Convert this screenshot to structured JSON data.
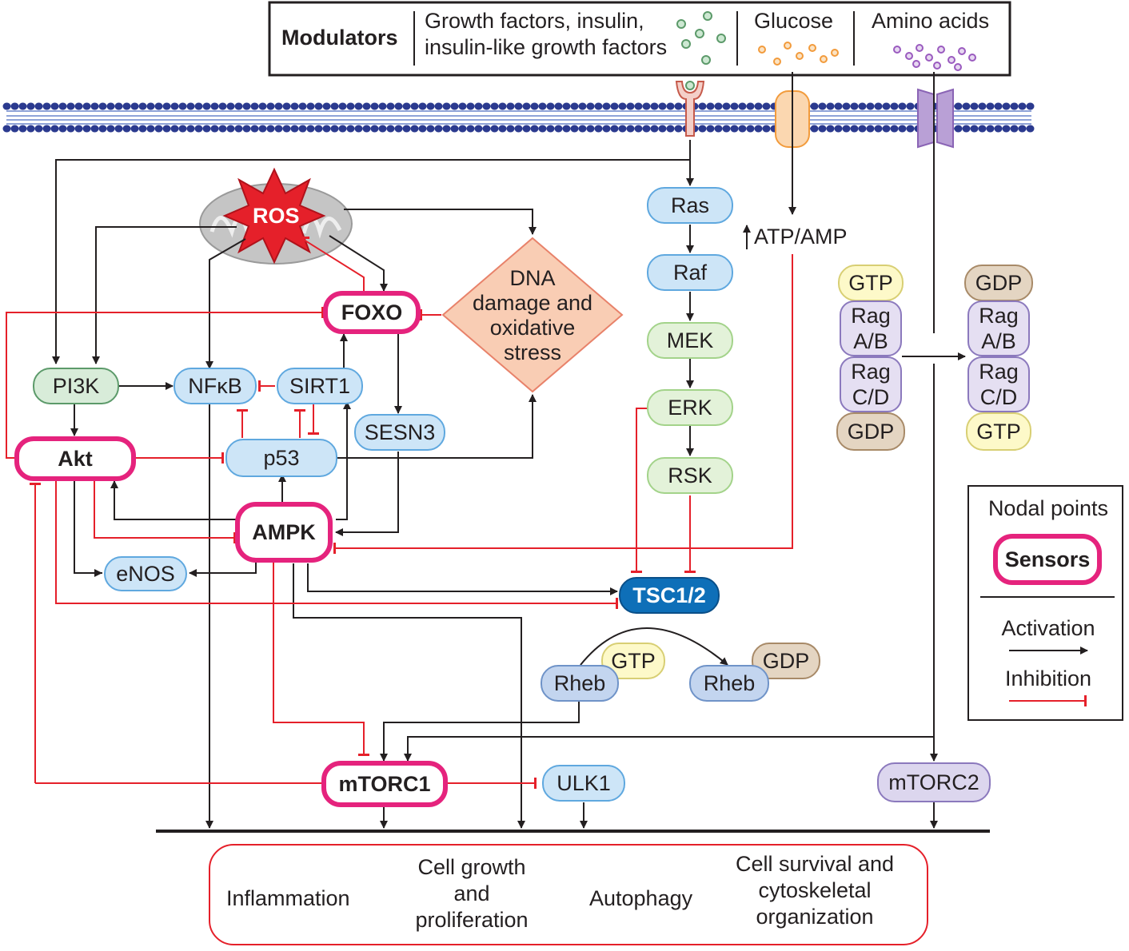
{
  "modulators": {
    "title": "Modulators",
    "growth_factors_line1": "Growth factors, insulin,",
    "growth_factors_line2": "insulin-like growth factors",
    "glucose": "Glucose",
    "amino_acids": "Amino acids"
  },
  "nodes": {
    "ros": "ROS",
    "foxo": "FOXO",
    "dna_line1": "DNA",
    "dna_line2": "damage and",
    "dna_line3": "oxidative",
    "dna_line4": "stress",
    "pi3k": "PI3K",
    "nfkb": "NFκB",
    "sirt1": "SIRT1",
    "sesn3": "SESN3",
    "akt": "Akt",
    "p53": "p53",
    "ampk": "AMPK",
    "enos": "eNOS",
    "tsc": "TSC1/2",
    "ras": "Ras",
    "raf": "Raf",
    "mek": "MEK",
    "erk": "ERK",
    "rsk": "RSK",
    "atp_amp": "ATP/AMP",
    "rheb_left": "Rheb",
    "rheb_right": "Rheb",
    "rheb_gtp": "GTP",
    "rheb_gdp": "GDP",
    "mtorc1": "mTORC1",
    "ulk1": "ULK1",
    "mtorc2": "mTORC2"
  },
  "rag_left": {
    "top": "GTP",
    "ab_1": "Rag",
    "ab_2": "A/B",
    "cd_1": "Rag",
    "cd_2": "C/D",
    "bottom": "GDP"
  },
  "rag_right": {
    "top": "GDP",
    "ab_1": "Rag",
    "ab_2": "A/B",
    "cd_1": "Rag",
    "cd_2": "C/D",
    "bottom": "GTP"
  },
  "outcomes": {
    "inflammation": "Inflammation",
    "growth_1": "Cell growth",
    "growth_2": "and",
    "growth_3": "proliferation",
    "autophagy": "Autophagy",
    "survival_1": "Cell survival and",
    "survival_2": "cytoskeletal",
    "survival_3": "organization"
  },
  "legend": {
    "title": "Nodal points",
    "sensors": "Sensors",
    "activation": "Activation",
    "inhibition": "Inhibition"
  },
  "colors": {
    "activation": "#231f20",
    "inhibition": "#e5202a",
    "sensor_border": "#e5237d",
    "ros": "#e5202a",
    "membrane": "#2b3a8f"
  }
}
